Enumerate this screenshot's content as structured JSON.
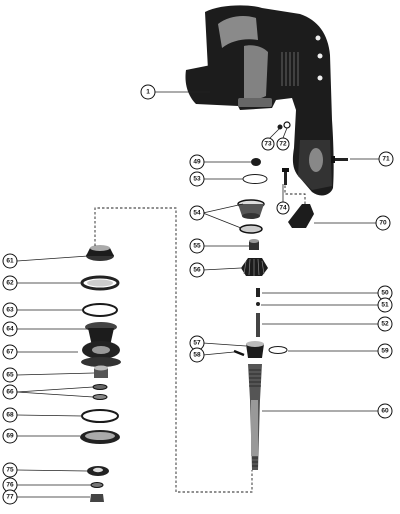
{
  "callouts": [
    {
      "id": "c1",
      "label": "1"
    },
    {
      "id": "c73",
      "label": "73"
    },
    {
      "id": "c72",
      "label": "72"
    },
    {
      "id": "c49",
      "label": "49"
    },
    {
      "id": "c71",
      "label": "71"
    },
    {
      "id": "c53",
      "label": "53"
    },
    {
      "id": "c74",
      "label": "74"
    },
    {
      "id": "c54",
      "label": "54"
    },
    {
      "id": "c70",
      "label": "70"
    },
    {
      "id": "c55",
      "label": "55"
    },
    {
      "id": "c61",
      "label": "61"
    },
    {
      "id": "c56",
      "label": "56"
    },
    {
      "id": "c62",
      "label": "62"
    },
    {
      "id": "c50",
      "label": "50"
    },
    {
      "id": "c51",
      "label": "51"
    },
    {
      "id": "c63",
      "label": "63"
    },
    {
      "id": "c52",
      "label": "52"
    },
    {
      "id": "c64",
      "label": "64"
    },
    {
      "id": "c57",
      "label": "57"
    },
    {
      "id": "c67",
      "label": "67"
    },
    {
      "id": "c58",
      "label": "58"
    },
    {
      "id": "c59",
      "label": "59"
    },
    {
      "id": "c65",
      "label": "65"
    },
    {
      "id": "c66",
      "label": "66"
    },
    {
      "id": "c68",
      "label": "68"
    },
    {
      "id": "c60",
      "label": "60"
    },
    {
      "id": "c69",
      "label": "69"
    },
    {
      "id": "c75",
      "label": "75"
    },
    {
      "id": "c76",
      "label": "76"
    },
    {
      "id": "c77",
      "label": "77"
    }
  ]
}
